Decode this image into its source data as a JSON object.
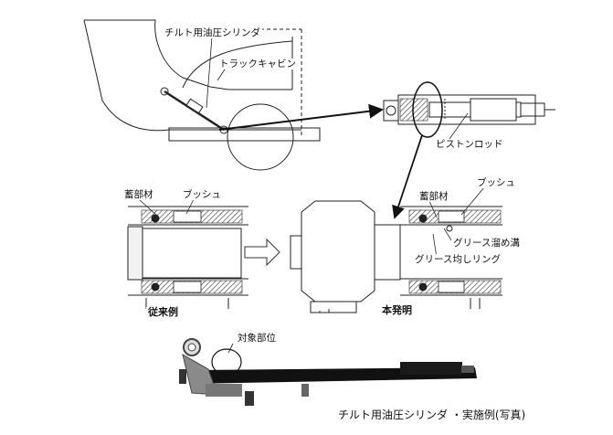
{
  "labels": {
    "tilt_cylinder": "チルト用油圧シリンダ",
    "truck_cab": "トラックキャビン",
    "piston_rod": "ピストンロッド",
    "storage_material_left": "蓄部材",
    "bush_left": "ブッシュ",
    "storage_material_right": "蓄部材",
    "bush_right": "ブッシュ",
    "grease_groove": "グリース溜め溝",
    "grease_ring": "グリース均しリング",
    "conventional": "従来例",
    "invention": "本発明",
    "target_area": "対象部位",
    "photo_caption": "チルト用油圧シリンダ ・実施例(写真)"
  },
  "colors": {
    "line": "#222222",
    "hatch": "#333333",
    "photo_body": "#111111",
    "photo_metal": "#8a8a8a"
  }
}
